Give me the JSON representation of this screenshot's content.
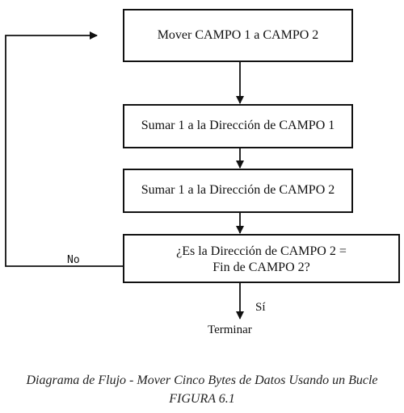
{
  "boxes": {
    "box1": "Mover CAMPO 1 a CAMPO 2",
    "box2": "Sumar 1 a la Dirección de CAMPO 1",
    "box3": "Sumar 1 a la Dirección de CAMPO 2",
    "decision_line1": "¿Es la Dirección de CAMPO 2 =",
    "decision_line2": "Fin de CAMPO 2?"
  },
  "branches": {
    "no": "No",
    "yes": "Sí"
  },
  "end_label": "Terminar",
  "caption": {
    "title": "Diagrama de Flujo - Mover Cinco Bytes de Datos Usando un Bucle",
    "figure": "FIGURA 6.1"
  }
}
